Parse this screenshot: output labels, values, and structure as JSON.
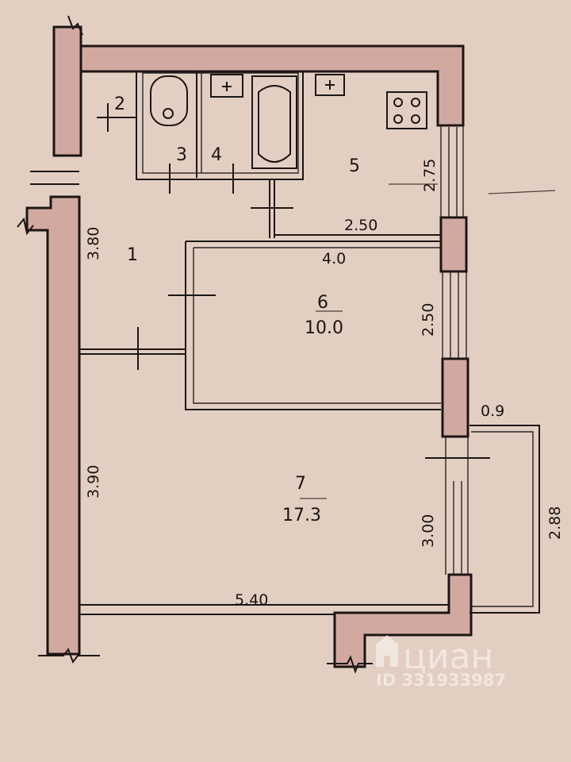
{
  "rooms": {
    "r1": "1",
    "r2": "2",
    "r3": "3",
    "r4": "4",
    "r5": "5",
    "r6": "6",
    "r6_area": "10.0",
    "r7": "7",
    "r7_area": "17.3"
  },
  "dimensions": {
    "d_380": "3.80",
    "d_390": "3.90",
    "d_275": "2.75",
    "d_250_kitchen": "2.50",
    "d_40": "4.0",
    "d_250_room6": "2.50",
    "d_09": "0.9",
    "d_288": "2.88",
    "d_300": "3.00",
    "d_540": "5.40"
  },
  "watermark": {
    "brand": "циан",
    "id": "ID 331933987"
  },
  "colors": {
    "paper": "#e3cfc2",
    "wall_fill": "#d2a9a1",
    "ink": "#1c1614"
  }
}
